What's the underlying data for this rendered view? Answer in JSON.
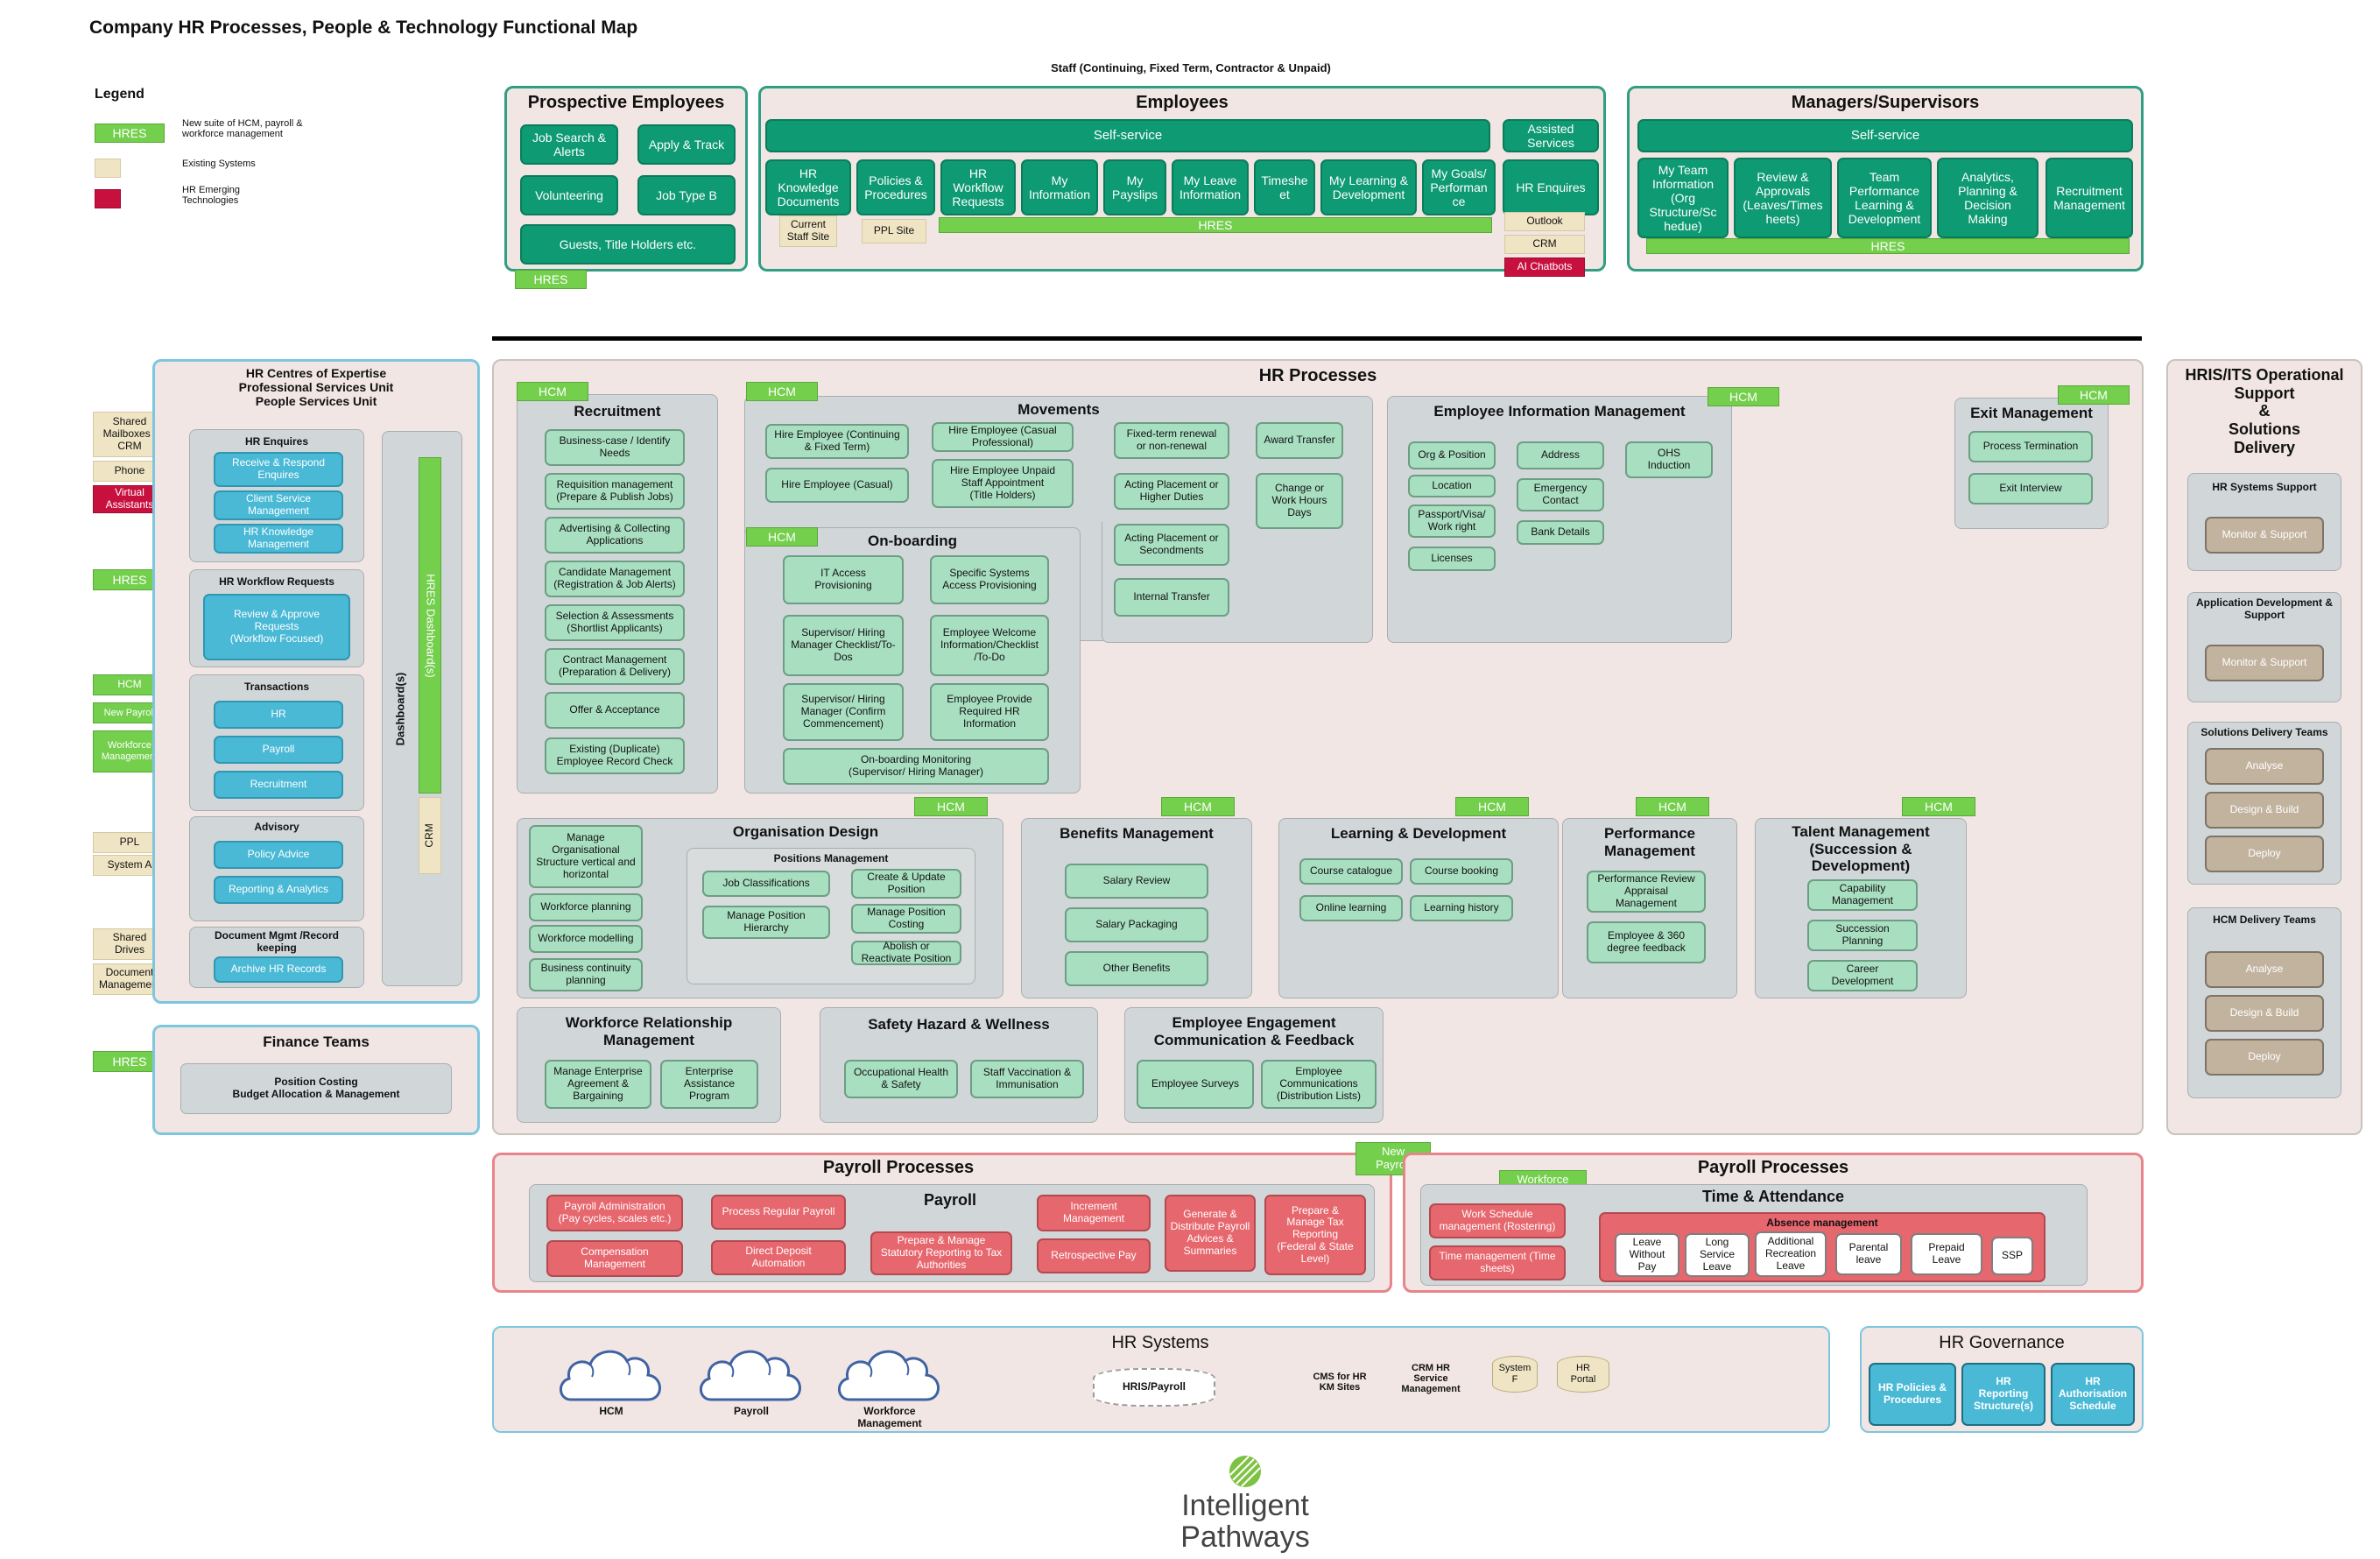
{
  "title": "Company HR Processes, People & Technology Functional Map",
  "staff_header": "Staff (Continuing,  Fixed Term, Contractor & Unpaid)",
  "legend": {
    "title": "Legend",
    "items": [
      {
        "swatch": "HRES",
        "text": "New suite of HCM, payroll &\nworkforce management"
      },
      {
        "swatch": "",
        "text": "Existing Systems"
      },
      {
        "swatch": "",
        "text": "HR Emerging\nTechnologies"
      }
    ]
  },
  "colors": {
    "green": "#0e9a72",
    "mint": "#a9dfc1",
    "lime": "#74cf4d",
    "blue": "#4ab9d6",
    "red": "#e6676e",
    "crimson": "#c8103f",
    "beige": "#efe4c3",
    "tan": "#c2b39f"
  },
  "prospective": {
    "title": "Prospective Employees",
    "items": [
      "Job Search &\nAlerts",
      "Apply & Track",
      "Volunteering",
      "Job Type B",
      "Guests, Title Holders etc."
    ],
    "tag": "HRES"
  },
  "employees": {
    "title": "Employees",
    "self_service": "Self-service",
    "assisted": "Assisted\nServices",
    "items": [
      "HR\nKnowledge\nDocuments",
      "Policies &\nProcedures",
      "HR\nWorkflow\nRequests",
      "My\nInformation",
      "My\nPayslips",
      "My Leave\nInformation",
      "Timeshe\net",
      "My Learning &\nDevelopment",
      "My Goals/\nPerforman\nce",
      "HR Enquires"
    ],
    "sites": [
      "Current\nStaff Site",
      "PPL Site"
    ],
    "hres": "HRES",
    "outlook": "Outlook",
    "crm": "CRM",
    "chatbots": "AI Chatbots"
  },
  "managers": {
    "title": "Managers/Supervisors",
    "self_service": "Self-service",
    "items": [
      "My Team\nInformation\n(Org\nStructure/Sc\nhedue)",
      "Review &\nApprovals\n(Leaves/Times\nheets)",
      "Team\nPerformance\nLearning &\nDevelopment",
      "Analytics,\nPlanning &\nDecision\nMaking",
      "Recruitment\nManagement"
    ],
    "hres": "HRES"
  },
  "left_tags": [
    "Shared\nMailboxes /\nCRM",
    "Phone",
    "Virtual\nAssistants",
    "HRES",
    "HCM",
    "New Payroll",
    "Workforce\nManagement",
    "PPL",
    "System A",
    "Shared\nDrives",
    "Document\nManagement",
    "HRES"
  ],
  "coe": {
    "title": "HR Centres of Expertise\nProfessional Services Unit\nPeople Services Unit",
    "enquires": {
      "title": "HR Enquires",
      "items": [
        "Receive & Respond\nEnquires",
        "Client Service\nManagement",
        "HR Knowledge\nManagement"
      ]
    },
    "workflow": {
      "title": "HR Workflow Requests",
      "items": [
        "Review & Approve\nRequests\n(Workflow Focused)"
      ]
    },
    "transactions": {
      "title": "Transactions",
      "items": [
        "HR",
        "Payroll",
        "Recruitment"
      ]
    },
    "advisory": {
      "title": "Advisory",
      "items": [
        "Policy Advice",
        "Reporting & Analytics"
      ]
    },
    "docs": {
      "title": "Document Mgmt /Record\nkeeping",
      "items": [
        "Archive HR Records"
      ]
    },
    "dashboards": "Dashboard(s)",
    "hres_dash": "HRES Dashboard(s)",
    "crm": "CRM"
  },
  "finance": {
    "title": "Finance Teams",
    "item": "Position Costing\nBudget Allocation & Management"
  },
  "hr_processes": {
    "title": "HR Processes",
    "recruitment": {
      "title": "Recruitment",
      "tag": "HCM",
      "items": [
        "Business-case / Identify\nNeeds",
        "Requisition management\n(Prepare & Publish Jobs)",
        "Advertising & Collecting\nApplications",
        "Candidate Management\n(Registration & Job Alerts)",
        "Selection & Assessments\n(Shortlist Applicants)",
        "Contract Management\n(Preparation & Delivery)",
        "Offer & Acceptance",
        "Existing (Duplicate)\nEmployee Record Check"
      ]
    },
    "movements": {
      "title": "Movements",
      "tag": "HCM",
      "items": [
        "Hire Employee (Continuing\n& Fixed Term)",
        "Hire Employee (Casual\nProfessional)",
        "Fixed-term renewal\nor non-renewal",
        "Award Transfer",
        "Hire Employee (Casual)",
        "Hire Employee Unpaid\nStaff Appointment\n(Title Holders)",
        "Acting Placement or\nHigher Duties",
        "Change or\nWork Hours\nDays",
        "Acting Placement or\nSecondments",
        "Internal Transfer"
      ]
    },
    "onboarding": {
      "title": "On-boarding",
      "tag": "HCM",
      "items": [
        "IT Access\nProvisioning",
        "Specific Systems\nAccess Provisioning",
        "Supervisor/ Hiring\nManager Checklist/To-\nDos",
        "Employee Welcome\nInformation/Checklist\n/To-Do",
        "Supervisor/ Hiring\nManager (Confirm\nCommencement)",
        "Employee Provide\nRequired HR\nInformation",
        "On-boarding Monitoring\n(Supervisor/ Hiring Manager)"
      ]
    },
    "eim": {
      "title": "Employee Information Management",
      "tag": "HCM",
      "items": [
        "Org & Position",
        "Address",
        "OHS\nInduction",
        "Location",
        "Emergency\nContact",
        "Passport/Visa/\nWork right",
        "Bank Details",
        "Licenses"
      ]
    },
    "exit": {
      "title": "Exit Management",
      "tag": "HCM",
      "items": [
        "Process Termination",
        "Exit Interview"
      ]
    },
    "org": {
      "title": "Organisation Design",
      "tag": "HCM",
      "items": [
        "Manage\nOrganisational\nStructure vertical and\nhorizontal",
        "Workforce planning",
        "Workforce modelling",
        "Business continuity\nplanning"
      ],
      "positions": {
        "title": "Positions Management",
        "items": [
          "Job Classifications",
          "Create & Update\nPosition",
          "Manage Position\nHierarchy",
          "Manage Position\nCosting",
          "Abolish or\nReactivate Position"
        ]
      }
    },
    "benefits": {
      "title": "Benefits Management",
      "tag": "HCM",
      "items": [
        "Salary Review",
        "Salary Packaging",
        "Other Benefits"
      ]
    },
    "ld": {
      "title": "Learning & Development",
      "tag": "HCM",
      "items": [
        "Course catalogue",
        "Course booking",
        "Online learning",
        "Learning history"
      ]
    },
    "perf": {
      "title": "Performance\nManagement",
      "tag": "HCM",
      "items": [
        "Performance Review\nAppraisal\nManagement",
        "Employee & 360\ndegree feedback"
      ]
    },
    "talent": {
      "title": "Talent Management\n(Succession &\nDevelopment)",
      "tag": "HCM",
      "items": [
        "Capability\nManagement",
        "Succession\nPlanning",
        "Career\nDevelopment"
      ]
    },
    "wrm": {
      "title": "Workforce Relationship\nManagement",
      "items": [
        "Manage Enterprise\nAgreement &\nBargaining",
        "Enterprise\nAssistance\nProgram"
      ]
    },
    "safety": {
      "title": "Safety Hazard & Wellness",
      "items": [
        "Occupational Health\n& Safety",
        "Staff Vaccination &\nImmunisation"
      ]
    },
    "engagement": {
      "title": "Employee Engagement\nCommunication & Feedback",
      "items": [
        "Employee Surveys",
        "Employee\nCommunications\n(Distribution Lists)"
      ]
    }
  },
  "hris": {
    "title": "HRIS/ITS Operational\nSupport\n&\nSolutions\nDelivery",
    "groups": [
      {
        "title": "HR Systems Support",
        "items": [
          "Monitor & Support"
        ]
      },
      {
        "title": "Application Development &\nSupport",
        "items": [
          "Monitor & Support"
        ]
      },
      {
        "title": "Solutions Delivery Teams",
        "items": [
          "Analyse",
          "Design & Build",
          "Deploy"
        ]
      },
      {
        "title": "HCM Delivery Teams",
        "items": [
          "Analyse",
          "Design & Build",
          "Deploy"
        ]
      }
    ]
  },
  "payroll_processes": {
    "title": "Payroll Processes",
    "payroll_title": "Payroll",
    "tag": "New\nPayroll",
    "items": [
      "Payroll Administration\n(Pay cycles, scales etc.)",
      "Process Regular Payroll",
      "Increment\nManagement",
      "Generate &\nDistribute Payroll\nAdvices &\nSummaries",
      "Prepare &\nManage Tax\nReporting\n(Federal & State\nLevel)",
      "Compensation\nManagement",
      "Direct Deposit\nAutomation",
      "Prepare & Manage\nStatutory Reporting to Tax\nAuthorities",
      "Retrospective Pay"
    ]
  },
  "payroll_processes_2": {
    "title": "Payroll Processes",
    "tag": "Workforce\nManagement",
    "ta_title": "Time & Attendance",
    "items": [
      "Work Schedule\nmanagement (Rostering)",
      "Time management (Time\nsheets)"
    ],
    "absence": {
      "title": "Absence management",
      "items": [
        "Leave\nWithout\nPay",
        "Long\nService\nLeave",
        "Additional\nRecreation\nLeave",
        "Parental\nleave",
        "Prepaid\nLeave",
        "SSP"
      ]
    }
  },
  "hr_systems": {
    "title": "HR Systems",
    "clouds": [
      "HCM",
      "Payroll",
      "Workforce\nManagement"
    ],
    "hris_payroll": "HRIS/Payroll",
    "cms": "CMS for HR\nKM Sites",
    "crm": "CRM HR\nService\nManagement",
    "dbs": [
      "System\nF",
      "HR\nPortal"
    ]
  },
  "governance": {
    "title": "HR Governance",
    "items": [
      "HR Policies &\nProcedures",
      "HR\nReporting\nStructure(s)",
      "HR\nAuthorisation\nSchedule"
    ]
  },
  "brand": {
    "line1": "Intelligent",
    "line2": "Pathways"
  }
}
